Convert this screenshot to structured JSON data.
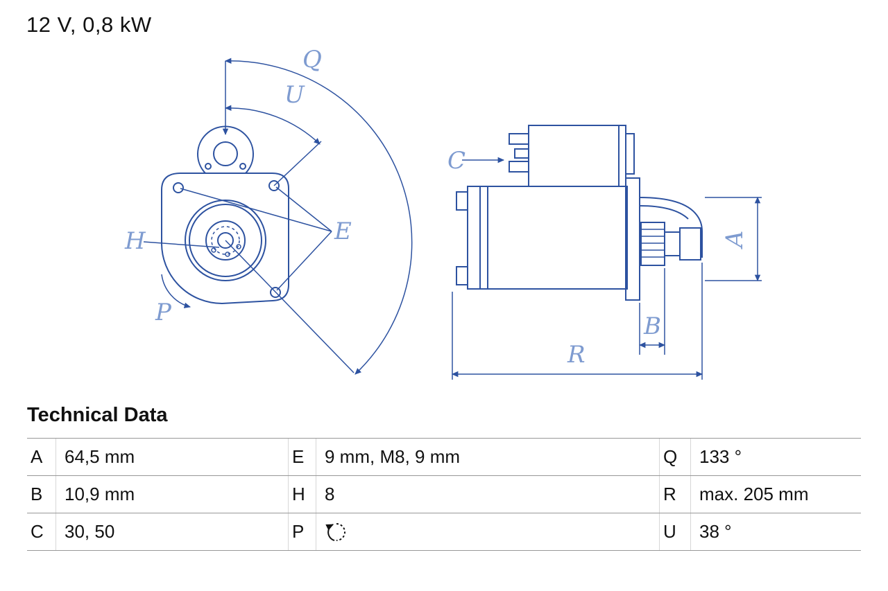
{
  "header": {
    "title": "12 V, 0,8 kW"
  },
  "diagram": {
    "line_color": "#2d52a0",
    "label_color": "#7e9bd0",
    "labels": {
      "q": "Q",
      "u": "U",
      "e": "E",
      "h": "H",
      "p": "P",
      "c": "C",
      "a": "A",
      "b": "B",
      "r": "R"
    }
  },
  "technical_data": {
    "title": "Technical Data",
    "rows": [
      {
        "cells": [
          {
            "key": "A",
            "value": "64,5 mm"
          },
          {
            "key": "E",
            "value": "9 mm, M8, 9 mm"
          },
          {
            "key": "Q",
            "value": "133 °"
          }
        ]
      },
      {
        "cells": [
          {
            "key": "B",
            "value": "10,9 mm"
          },
          {
            "key": "H",
            "value": "8"
          },
          {
            "key": "R",
            "value": "max. 205 mm"
          }
        ]
      },
      {
        "cells": [
          {
            "key": "C",
            "value": "30, 50"
          },
          {
            "key": "P",
            "value": "",
            "icon": "counterclockwise-rotation-icon"
          },
          {
            "key": "U",
            "value": "38 °"
          }
        ]
      }
    ]
  }
}
